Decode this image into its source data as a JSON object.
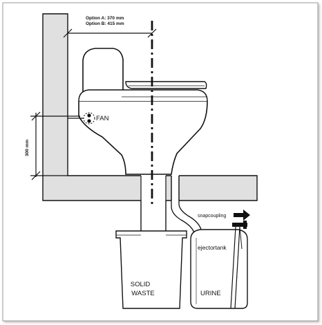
{
  "labels": {
    "option_a": "Option A: 370 mm",
    "option_b": "Option B: 415 mm",
    "fan": "FAN",
    "height": "300 mm",
    "snapcoupling": "snapcoupling",
    "ejectortank": "ejectortank",
    "solid_waste_line1": "SOLID",
    "solid_waste_line2": "WASTE",
    "urine": "URINE"
  },
  "colors": {
    "wall_fill": "#e0e0e0",
    "line": "#111111",
    "frame_border": "#9a9a9a"
  }
}
